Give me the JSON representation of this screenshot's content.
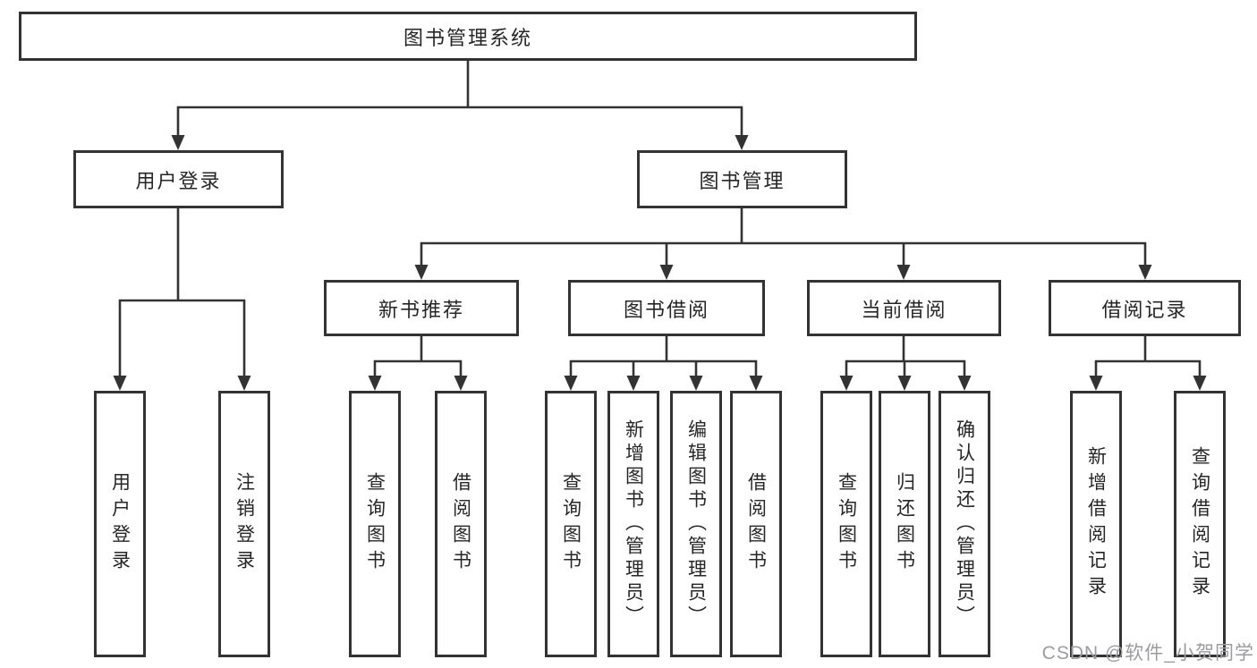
{
  "diagram": {
    "root": {
      "label": "图书管理系统"
    },
    "branches": [
      {
        "label": "用户登录",
        "children": [
          {
            "label": "用户登录"
          },
          {
            "label": "注销登录"
          }
        ]
      },
      {
        "label": "图书管理",
        "children": [
          {
            "label": "新书推荐",
            "children": [
              {
                "label": "查询图书"
              },
              {
                "label": "借阅图书"
              }
            ]
          },
          {
            "label": "图书借阅",
            "children": [
              {
                "label": "查询图书"
              },
              {
                "label": "新增图书（管理员）"
              },
              {
                "label": "编辑图书（管理员）"
              },
              {
                "label": "借阅图书"
              }
            ]
          },
          {
            "label": "当前借阅",
            "children": [
              {
                "label": "查询图书"
              },
              {
                "label": "归还图书"
              },
              {
                "label": "确认归还（管理员）"
              }
            ]
          },
          {
            "label": "借阅记录",
            "children": [
              {
                "label": "新增借阅记录"
              },
              {
                "label": "查询借阅记录"
              }
            ]
          }
        ]
      }
    ]
  },
  "watermark": {
    "text": "CSDN @软件_小贺同学"
  },
  "colors": {
    "line": "#333333",
    "text": "#262626",
    "background": "#ffffff",
    "watermark": "#9b9ba1"
  }
}
